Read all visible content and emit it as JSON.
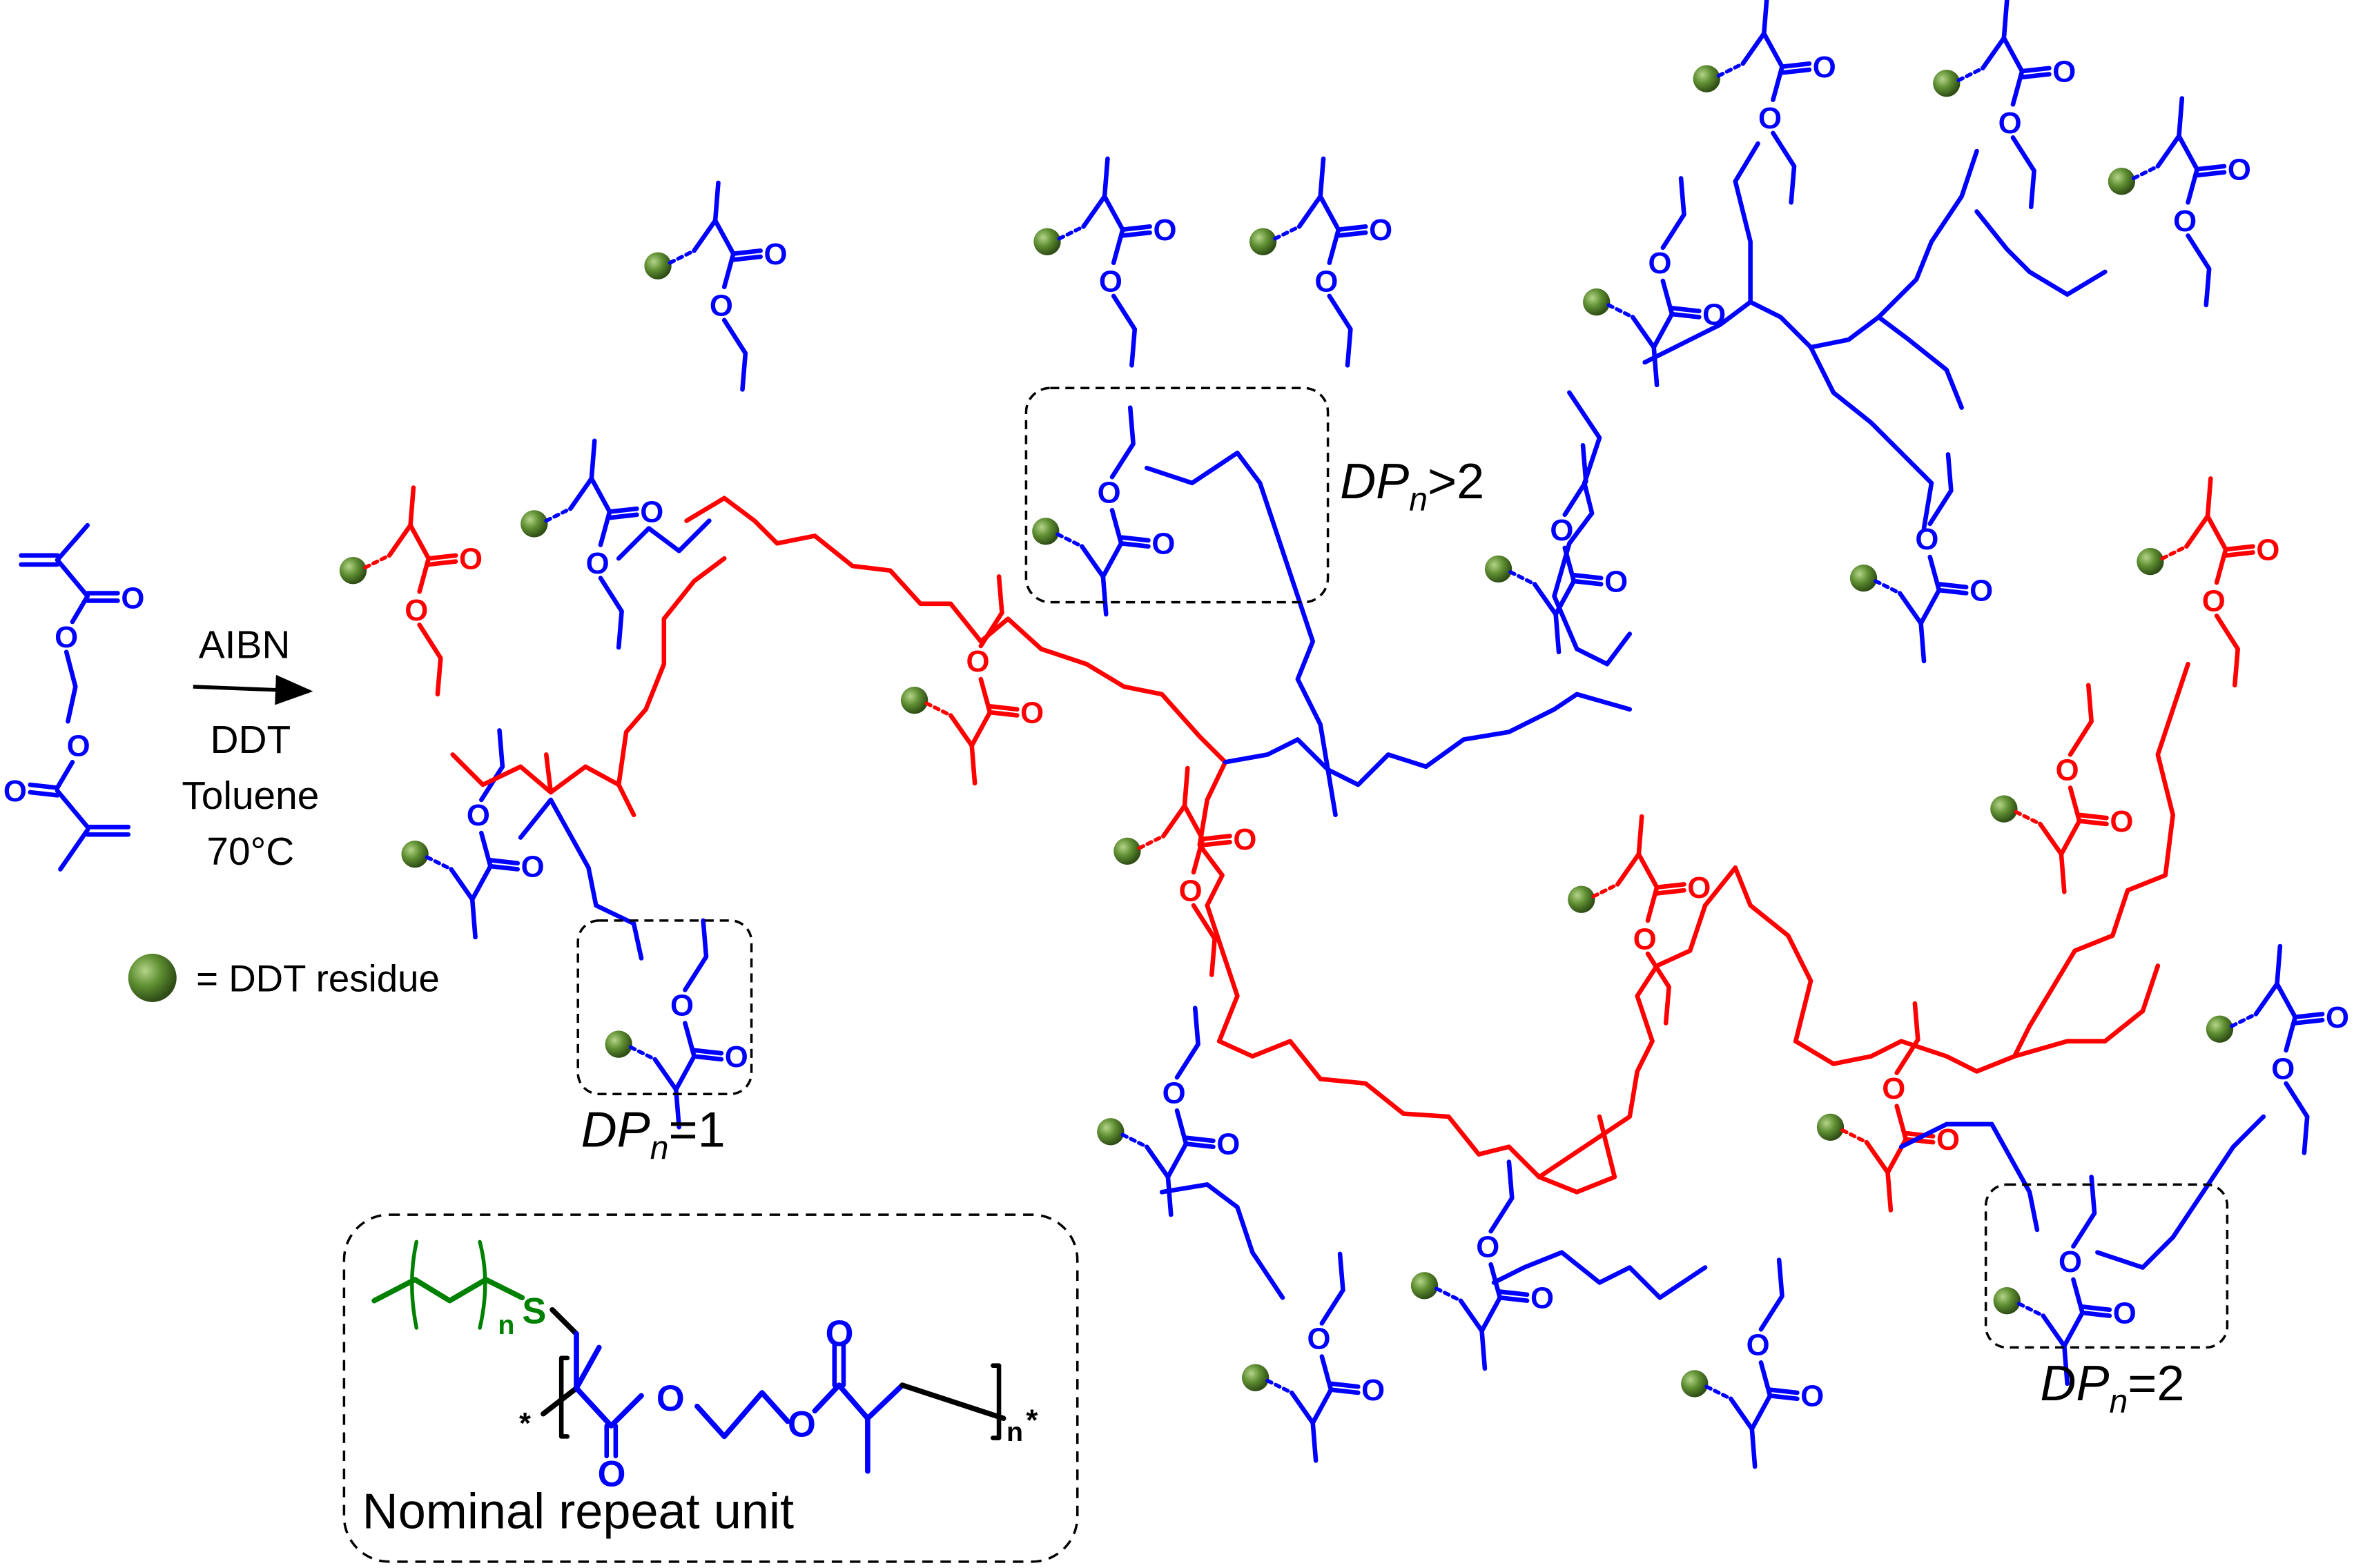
{
  "reaction": {
    "reagent": "AIBN",
    "conditions": [
      "DDT",
      "Toluene",
      "70°C"
    ]
  },
  "legend": {
    "symbol": "green-sphere",
    "text": "= DDT residue"
  },
  "annotations": {
    "dp1": {
      "prefix": "DP",
      "sub": "n",
      "suffix": "=1"
    },
    "dp_gt2": {
      "prefix": "DP",
      "sub": "n",
      "suffix": ">2"
    },
    "dp2": {
      "prefix": "DP",
      "sub": "n",
      "suffix": "=2"
    }
  },
  "repeat_unit": {
    "caption": "Nominal repeat unit",
    "sulfur": "S",
    "subscript_n": "n",
    "star": "*",
    "oxygen": "O"
  },
  "atom_label": "O",
  "colors": {
    "monomer": "#0000ff",
    "branch": "#ff0000",
    "ddt": "#008000",
    "sphere": "#5a8a2e",
    "text": "#000000"
  }
}
